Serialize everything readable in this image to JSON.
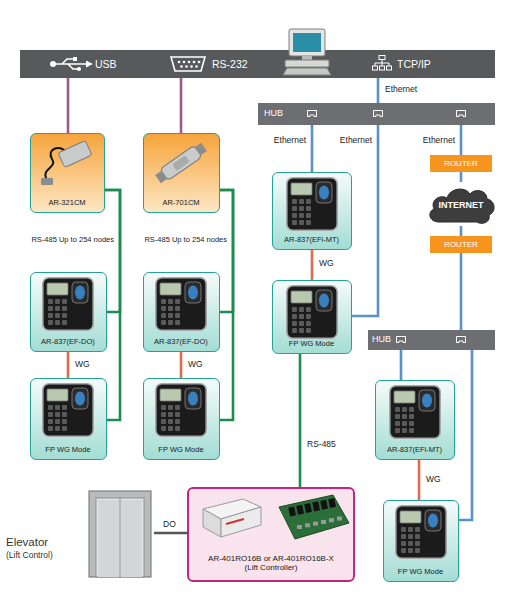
{
  "diagram": {
    "nodes": [
      {
        "text": [
          "USB",
          "RS-232",
          "TCP/IP"
        ]
      },
      {
        "text": [
          "HUB"
        ]
      },
      {
        "text": [
          "AR-321CM"
        ]
      },
      {
        "text": [
          "AR-701CM"
        ]
      },
      {
        "text": [
          "ROUTER"
        ]
      },
      {
        "text": [
          "AR-837(EFi-MT)"
        ]
      },
      {
        "text": [
          "INTERNET"
        ]
      },
      {
        "text": [
          "ROUTER"
        ]
      },
      {
        "text": [
          "AR-837(EF-DO)"
        ]
      },
      {
        "text": [
          "AR-837(EF-DO)"
        ]
      },
      {
        "text": [
          "FP WG Mode"
        ]
      },
      {
        "text": [
          "HUB"
        ]
      },
      {
        "text": [
          "FP WG Mode"
        ]
      },
      {
        "text": [
          "FP WG Mode"
        ]
      },
      {
        "text": [
          "AR-837(EFi-MT)"
        ]
      },
      {
        "text": [
          "Elevator",
          "(Lift Control)"
        ]
      },
      {
        "text": [
          "AR-401RO16B or AR-401RO16B-X",
          "(Lift Controller)"
        ]
      },
      {
        "text": [
          "FP WG Mode"
        ]
      }
    ],
    "edges": [
      {
        "from": 0,
        "to": 2,
        "arrow": "none"
      },
      {
        "from": 0,
        "to": 3,
        "arrow": "none"
      },
      {
        "from": 0,
        "to": 1,
        "label": "Ethernet",
        "arrow": "none"
      },
      {
        "from": 1,
        "to": 5,
        "label": "Ethernet",
        "arrow": "none"
      },
      {
        "from": 1,
        "to": 10,
        "label": "Ethernet",
        "arrow": "none"
      },
      {
        "from": 1,
        "to": 4,
        "label": "Ethernet",
        "arrow": "none"
      },
      {
        "from": 4,
        "to": 6,
        "arrow": "none"
      },
      {
        "from": 6,
        "to": 7,
        "arrow": "none"
      },
      {
        "from": 7,
        "to": 11,
        "arrow": "none"
      },
      {
        "from": 2,
        "to": 8,
        "label": "RS-485 Up to 254 nodes",
        "arrow": "none"
      },
      {
        "from": 2,
        "to": 12,
        "arrow": "none"
      },
      {
        "from": 3,
        "to": 9,
        "label": "RS-485 Up to 254 nodes",
        "arrow": "none"
      },
      {
        "from": 3,
        "to": 13,
        "arrow": "none"
      },
      {
        "from": 8,
        "to": 12,
        "label": "WG",
        "arrow": "none"
      },
      {
        "from": 9,
        "to": 13,
        "label": "WG",
        "arrow": "none"
      },
      {
        "from": 5,
        "to": 10,
        "label": "WG",
        "arrow": "none"
      },
      {
        "from": 10,
        "to": 16,
        "label": "RS-485",
        "arrow": "none"
      },
      {
        "from": 15,
        "to": 16,
        "label": "DO",
        "arrow": "none"
      },
      {
        "from": 11,
        "to": 14,
        "arrow": "none"
      },
      {
        "from": 11,
        "to": 17,
        "arrow": "none"
      },
      {
        "from": 14,
        "to": 17,
        "label": "WG",
        "arrow": "none"
      }
    ]
  }
}
